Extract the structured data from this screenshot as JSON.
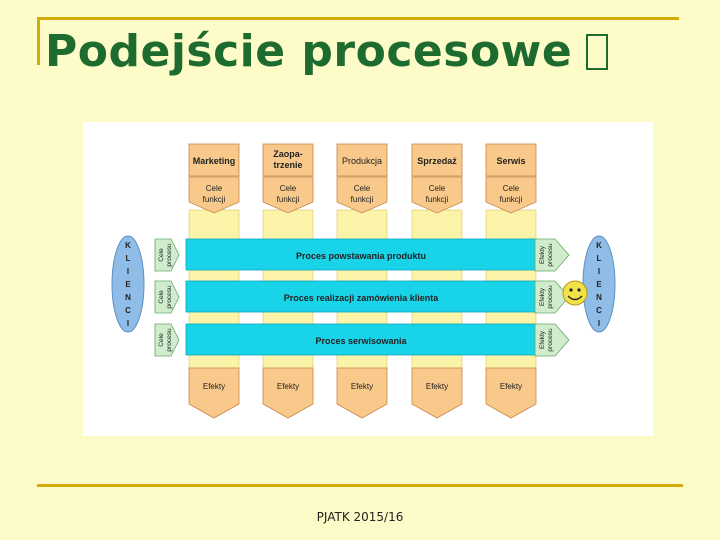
{
  "slide": {
    "title": "Podejście procesowe",
    "footer": "PJATK 2015/16"
  },
  "diagram": {
    "functions": [
      {
        "name": "Marketing",
        "bold": true,
        "goal": [
          "Cele",
          "funkcji"
        ],
        "effect": "Efekty"
      },
      {
        "name": "Zaopa-|trzenie",
        "bold": true,
        "goal": [
          "Cele",
          "funkcji"
        ],
        "effect": "Efekty"
      },
      {
        "name": "Produkcja",
        "bold": false,
        "goal": [
          "Cele",
          "funkcji"
        ],
        "effect": "Efekty"
      },
      {
        "name": "Sprzedaż",
        "bold": true,
        "goal": [
          "Cele",
          "funkcji"
        ],
        "effect": "Efekty"
      },
      {
        "name": "Serwis",
        "bold": true,
        "goal": [
          "Cele",
          "funkcji"
        ],
        "effect": "Efekty"
      }
    ],
    "processes": [
      "Proces powstawania produktu",
      "Proces realizacji zamówienia klienta",
      "Proces serwisowania"
    ],
    "process_goal_label": [
      "Cele",
      "procesu"
    ],
    "process_effect_label": [
      "Efekty",
      "procesu"
    ],
    "clients_left": "K L I E N C I",
    "clients_right": "K L I E N C I",
    "colors": {
      "function_box": "#f8c98a",
      "function_border": "#c8884a",
      "column_fill": "#fbf3a8",
      "process_bar": "#19d3e8",
      "process_border": "#0ea7bd",
      "arrow_green": "#cfeccc",
      "arrow_green_border": "#6aa86a",
      "client_ellipse": "#8fbde8",
      "smiley": "#f2e24a"
    }
  }
}
